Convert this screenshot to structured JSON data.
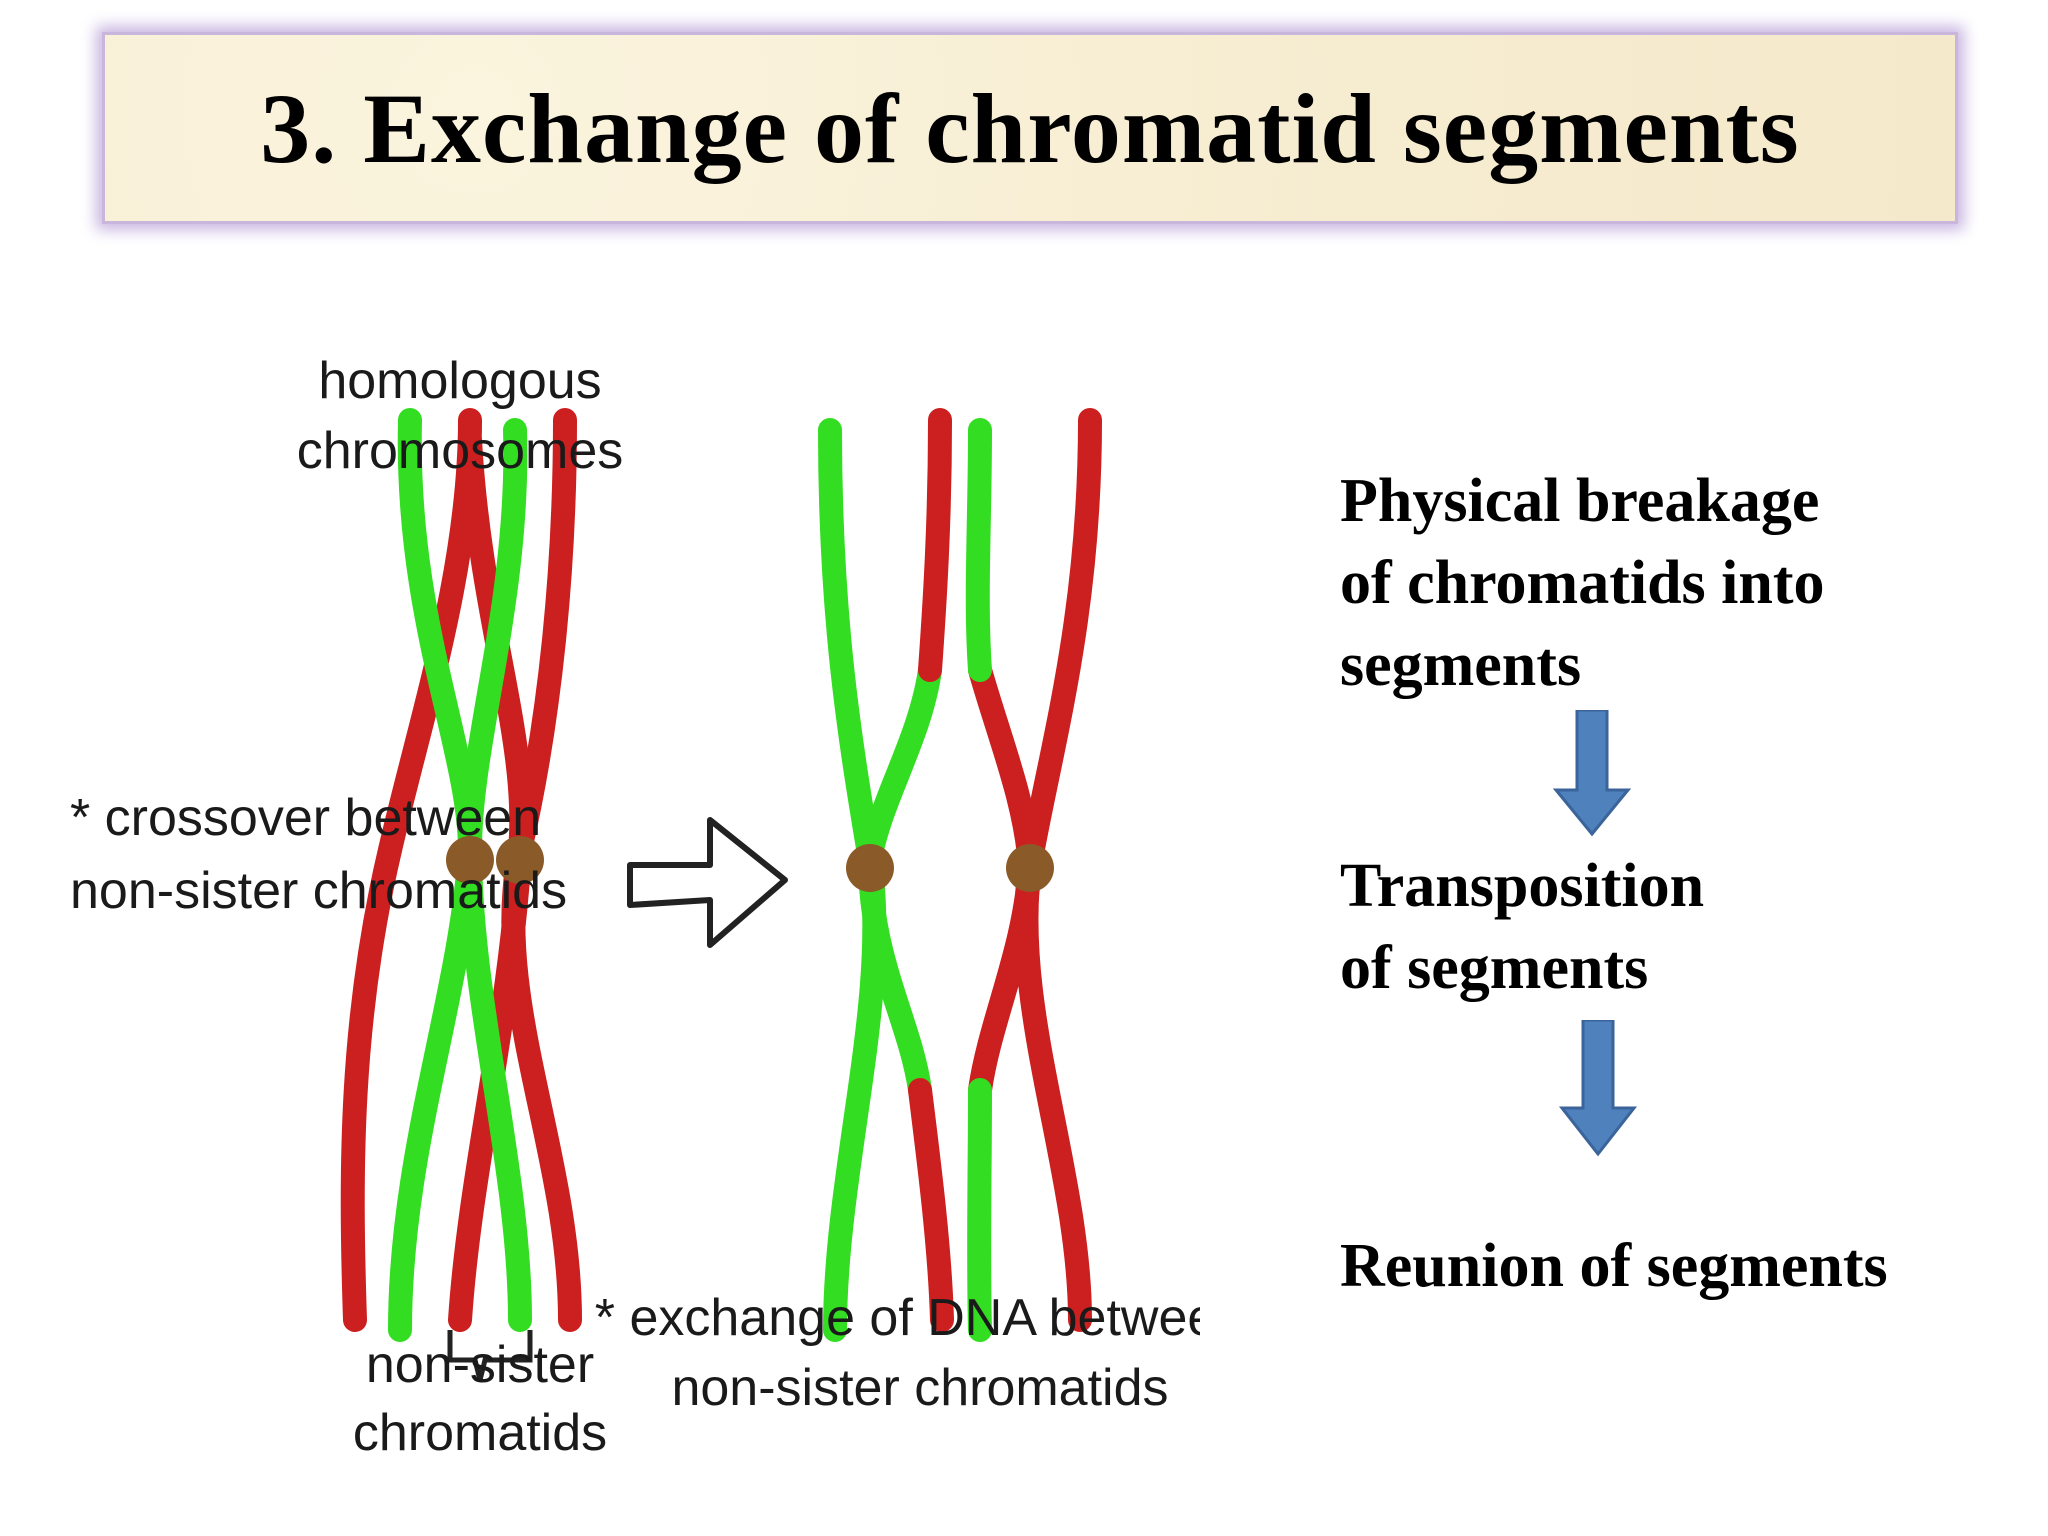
{
  "title": "3. Exchange of chromatid segments",
  "diagram": {
    "label_homologous": [
      "homologous",
      "chromosomes"
    ],
    "label_crossover": [
      "* crossover between",
      "non-sister chromatids"
    ],
    "label_nonsister": [
      "non-sister",
      "chromatids"
    ],
    "label_exchange": [
      "* exchange of DNA between",
      "non-sister chromatids"
    ],
    "colors": {
      "green": "#33dd22",
      "red": "#cc1f1f",
      "centromere": "#8a5a28"
    }
  },
  "steps": [
    {
      "text": "Physical  breakage\nof chromatids into\nsegments"
    },
    {
      "text": "Transposition\nof segments"
    },
    {
      "text": "Reunion of segments"
    }
  ],
  "arrow_color": "#4f81bd"
}
